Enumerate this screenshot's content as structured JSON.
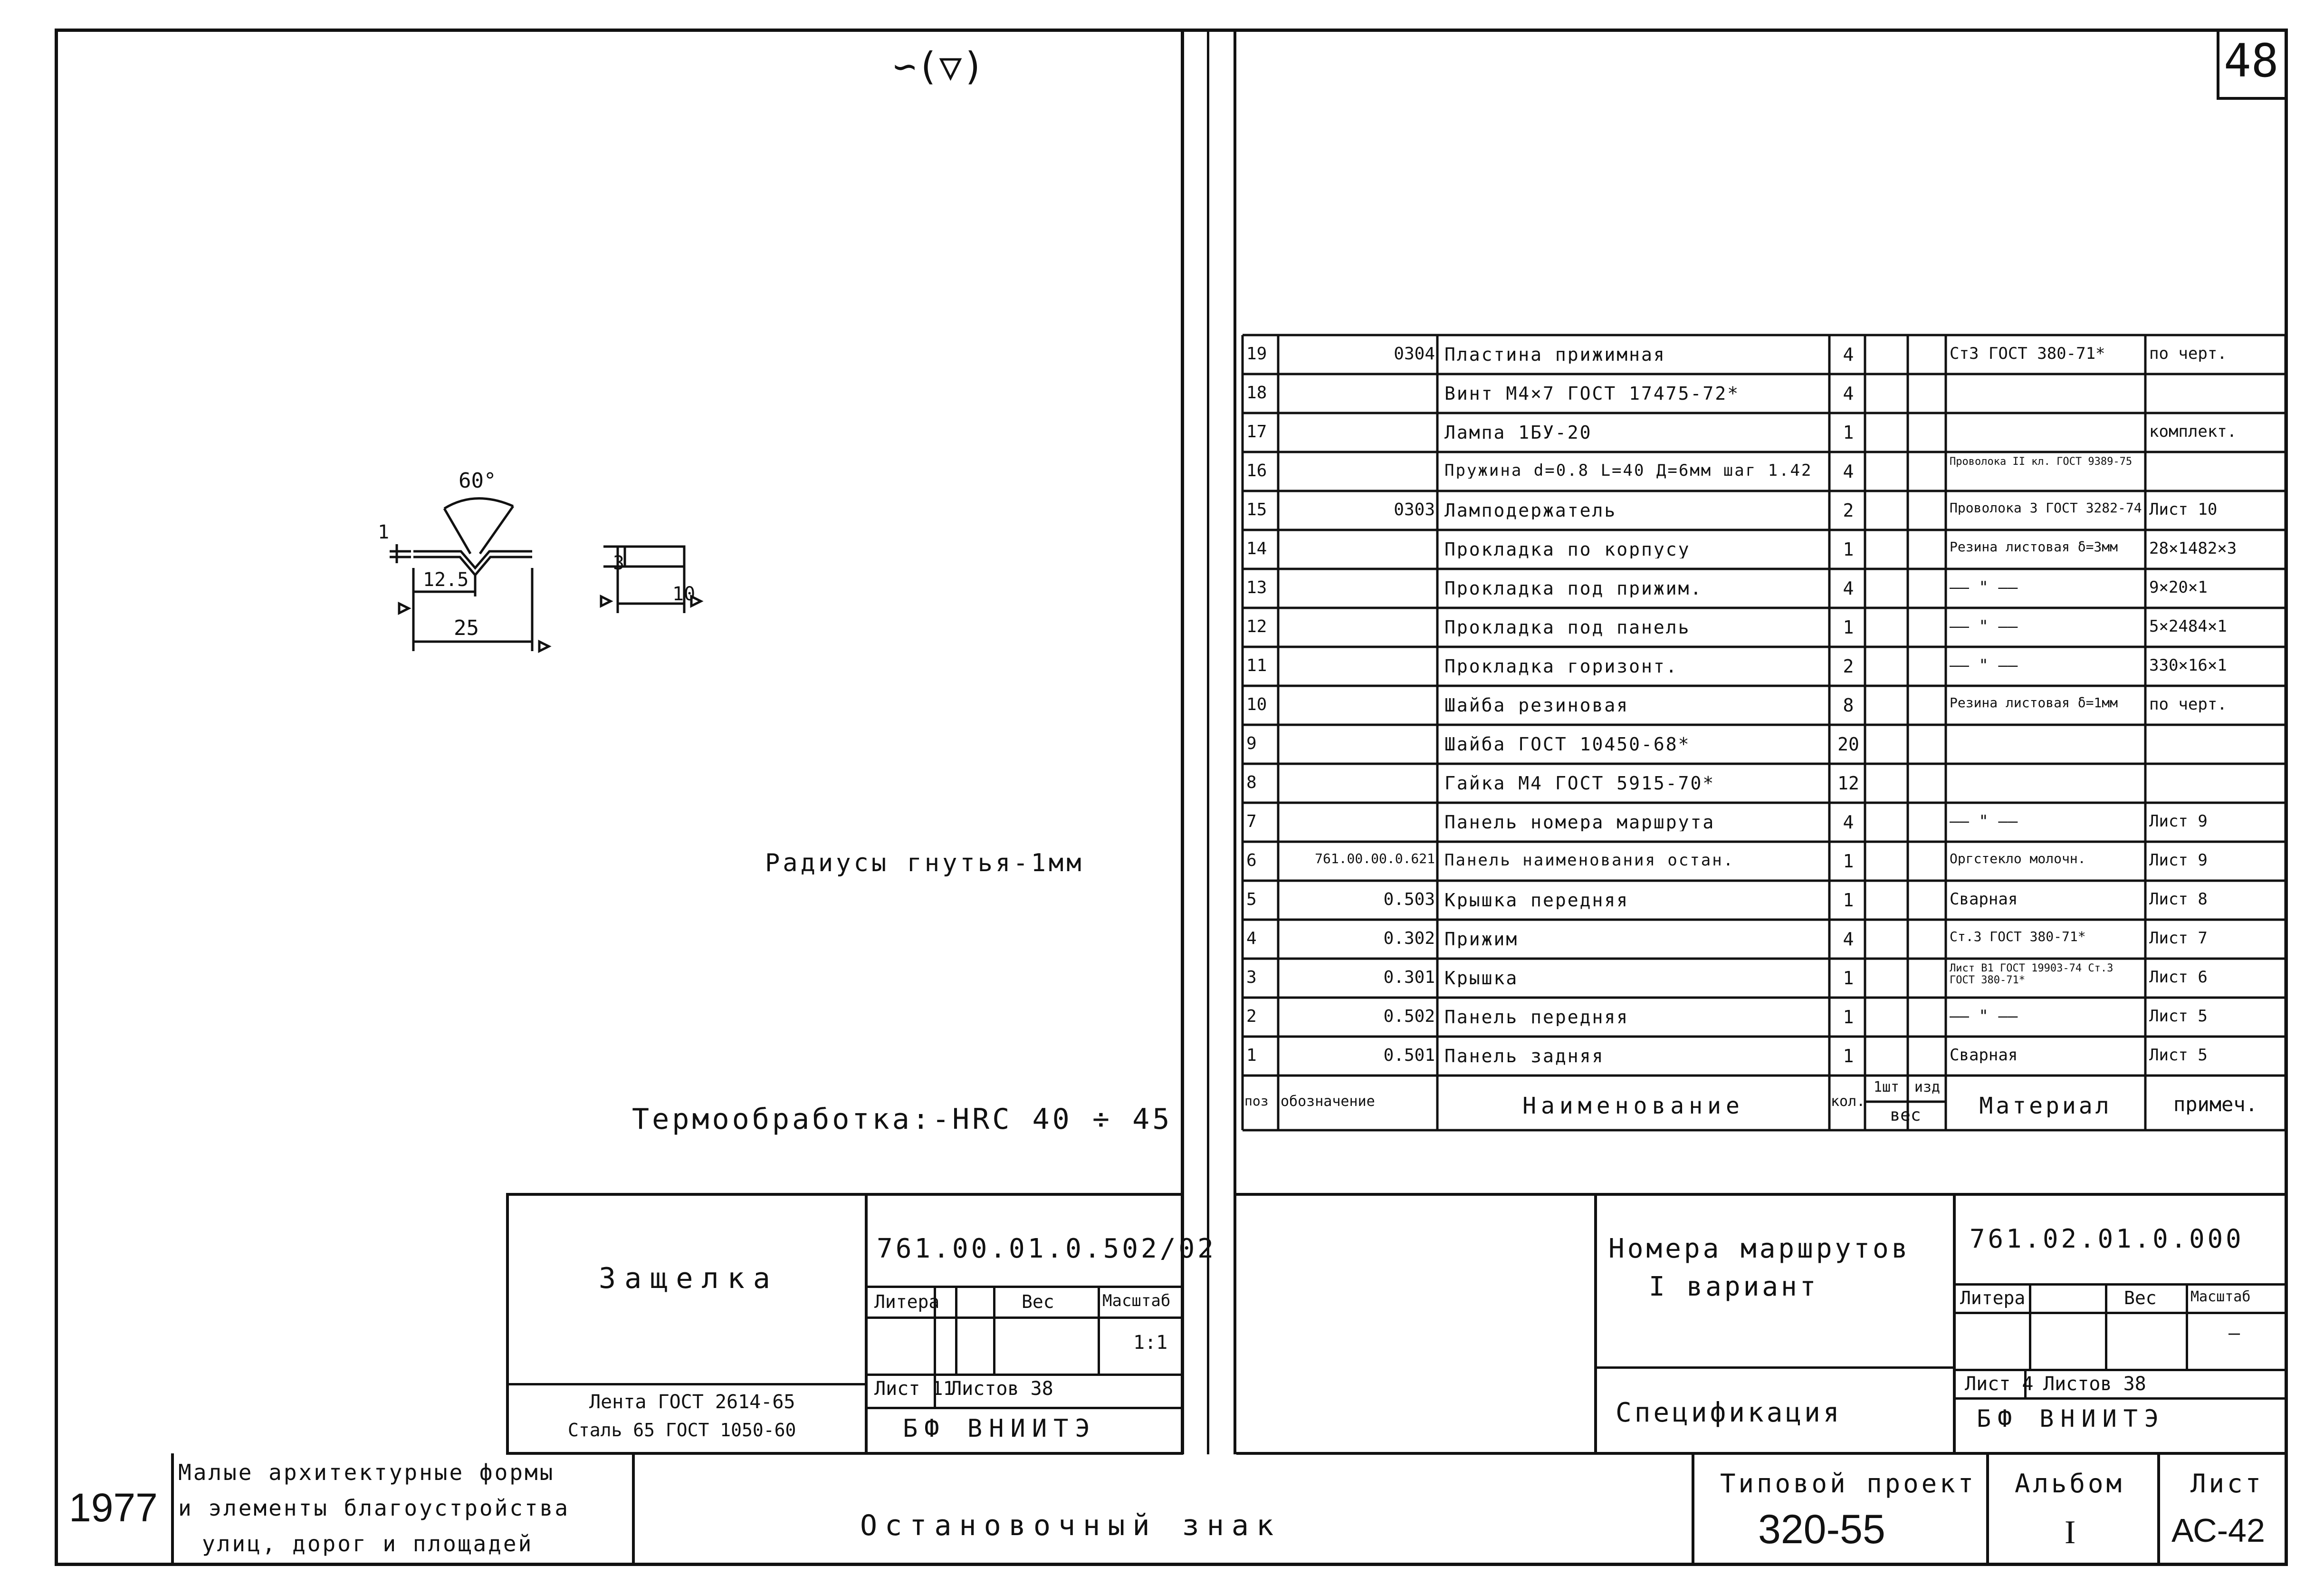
{
  "sheet_number": "48",
  "surface_mark": "∽(▽)",
  "left_drawing": {
    "angle": "60°",
    "dim_thickness": "1",
    "dim_half": "12.5",
    "dim_width": "25",
    "dim_side_height": "3",
    "dim_side_width": "10",
    "note_radius": "Радиусы гнутья-1мм",
    "note_heat": "Термообработка:-HRC 40 ÷ 45"
  },
  "left_title": {
    "name": "Защелка",
    "code": "761.00.01.0.502/02",
    "hdr_litera": "Литера",
    "hdr_ves": "Вес",
    "hdr_masshtab": "Масштаб",
    "scale": "1:1",
    "material1": "Лента ГОСТ 2614-65",
    "material2": "Сталь 65 ГОСТ 1050-60",
    "list": "Лист 11",
    "listov": "Листов 38",
    "org": "БФ ВНИИТЭ"
  },
  "spec": {
    "headers": {
      "poz": "поз",
      "oboz": "обозначение",
      "name": "Наименование",
      "kol": "кол.",
      "sht": "1шт",
      "izd": "изд",
      "ves": "вес",
      "material": "Материал",
      "prim": "примеч."
    },
    "rows": [
      {
        "poz": "19",
        "oboz": "0304",
        "name": "Пластина прижимная",
        "kol": "4",
        "material": "Ст3 ГОСТ 380-71*",
        "prim": "по черт."
      },
      {
        "poz": "18",
        "oboz": "",
        "name": "Винт М4×7 ГОСТ 17475-72*",
        "kol": "4",
        "material": "",
        "prim": ""
      },
      {
        "poz": "17",
        "oboz": "",
        "name": "Лампа 1БУ-20",
        "kol": "1",
        "material": "",
        "prim": "комплект."
      },
      {
        "poz": "16",
        "oboz": "",
        "name": "Пружина d=0.8 L=40 Д=6мм шаг 1.42",
        "kol": "4",
        "material": "Проволока II кл. ГОСТ 9389-75",
        "prim": ""
      },
      {
        "poz": "15",
        "oboz": "0303",
        "name": "Ламподержатель",
        "kol": "2",
        "material": "Проволока 3 ГОСТ 3282-74",
        "prim": "Лист 10"
      },
      {
        "poz": "14",
        "oboz": "",
        "name": "Прокладка по корпусу",
        "kol": "1",
        "material": "Резина листовая δ=3мм",
        "prim": "28×1482×3"
      },
      {
        "poz": "13",
        "oboz": "",
        "name": "Прокладка под прижим.",
        "kol": "4",
        "material": "—— \" ——",
        "prim": "9×20×1"
      },
      {
        "poz": "12",
        "oboz": "",
        "name": "Прокладка под панель",
        "kol": "1",
        "material": "—— \" ——",
        "prim": "5×2484×1"
      },
      {
        "poz": "11",
        "oboz": "",
        "name": "Прокладка горизонт.",
        "kol": "2",
        "material": "—— \" ——",
        "prim": "330×16×1"
      },
      {
        "poz": "10",
        "oboz": "",
        "name": "Шайба резиновая",
        "kol": "8",
        "material": "Резина листовая δ=1мм",
        "prim": "по черт."
      },
      {
        "poz": "9",
        "oboz": "",
        "name": "Шайба ГОСТ 10450-68*",
        "kol": "20",
        "material": "",
        "prim": ""
      },
      {
        "poz": "8",
        "oboz": "",
        "name": "Гайка М4 ГОСТ 5915-70*",
        "kol": "12",
        "material": "",
        "prim": ""
      },
      {
        "poz": "7",
        "oboz": "",
        "name": "Панель номера маршрута",
        "kol": "4",
        "material": "—— \" ——",
        "prim": "Лист 9"
      },
      {
        "poz": "6",
        "oboz": "761.00.00.0.621",
        "name": "Панель наименования остан.",
        "kol": "1",
        "material": "Оргстекло молочн.",
        "prim": "Лист 9"
      },
      {
        "poz": "5",
        "oboz": "0.503",
        "name": "Крышка передняя",
        "kol": "1",
        "material": "Сварная",
        "prim": "Лист 8"
      },
      {
        "poz": "4",
        "oboz": "0.302",
        "name": "Прижим",
        "kol": "4",
        "material": "Ст.3 ГОСТ 380-71*",
        "prim": "Лист 7"
      },
      {
        "poz": "3",
        "oboz": "0.301",
        "name": "Крышка",
        "kol": "1",
        "material": "Лист B1 ГОСТ 19903-74 Ст.3 ГОСТ 380-71*",
        "prim": "Лист 6"
      },
      {
        "poz": "2",
        "oboz": "0.502",
        "name": "Панель передняя",
        "kol": "1",
        "material": "—— \" ——",
        "prim": "Лист 5"
      },
      {
        "poz": "1",
        "oboz": "0.501",
        "name": "Панель задняя",
        "kol": "1",
        "material": "Сварная",
        "prim": "Лист 5"
      }
    ]
  },
  "right_title": {
    "title1": "Номера маршрутов",
    "title2": "I вариант",
    "code": "761.02.01.0.000",
    "hdr_litera": "Литера",
    "hdr_ves": "Вес",
    "hdr_masshtab": "Масштаб",
    "scale": "—",
    "doc": "Спецификация",
    "list": "Лист 4",
    "listov": "Листов 38",
    "org": "БФ ВНИИТЭ"
  },
  "footer": {
    "year": "1977",
    "series1": "Малые архитектурные формы",
    "series2": "и элементы благоустройства",
    "series3": "улиц, дорог и площадей",
    "object": "Остановочный знак",
    "project_label": "Типовой проект",
    "project_number": "320-55",
    "album_label": "Альбом",
    "album": "I",
    "sheet_label": "Лист",
    "sheet": "АС-42"
  }
}
